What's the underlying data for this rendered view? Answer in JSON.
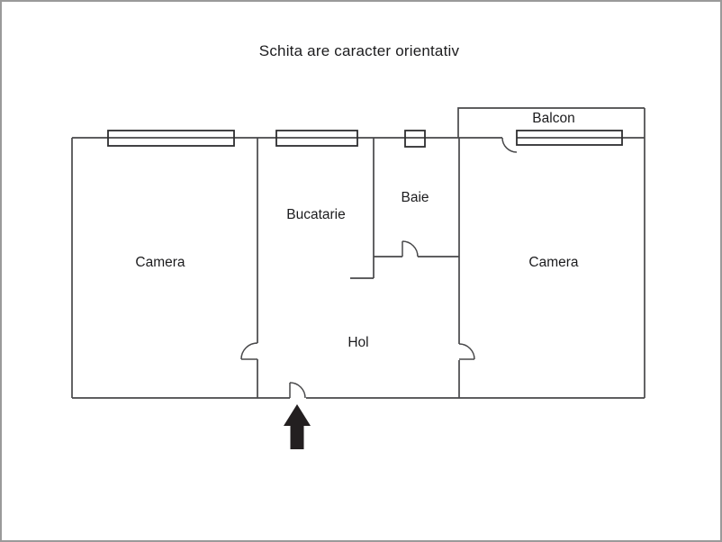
{
  "title": "Schita are caracter orientativ",
  "rooms": {
    "camera_left": "Camera",
    "bucatarie": "Bucatarie",
    "baie": "Baie",
    "hol": "Hol",
    "camera_right": "Camera",
    "balcon": "Balcon"
  },
  "icons": {
    "entrance_arrow": "up-arrow-entrance"
  },
  "colors": {
    "background": "#ffffff",
    "border": "#9a9a9a",
    "wall": "#48484a",
    "window": "#2d2d2f",
    "text": "#1c1c1e",
    "arrow": "#231f20"
  }
}
